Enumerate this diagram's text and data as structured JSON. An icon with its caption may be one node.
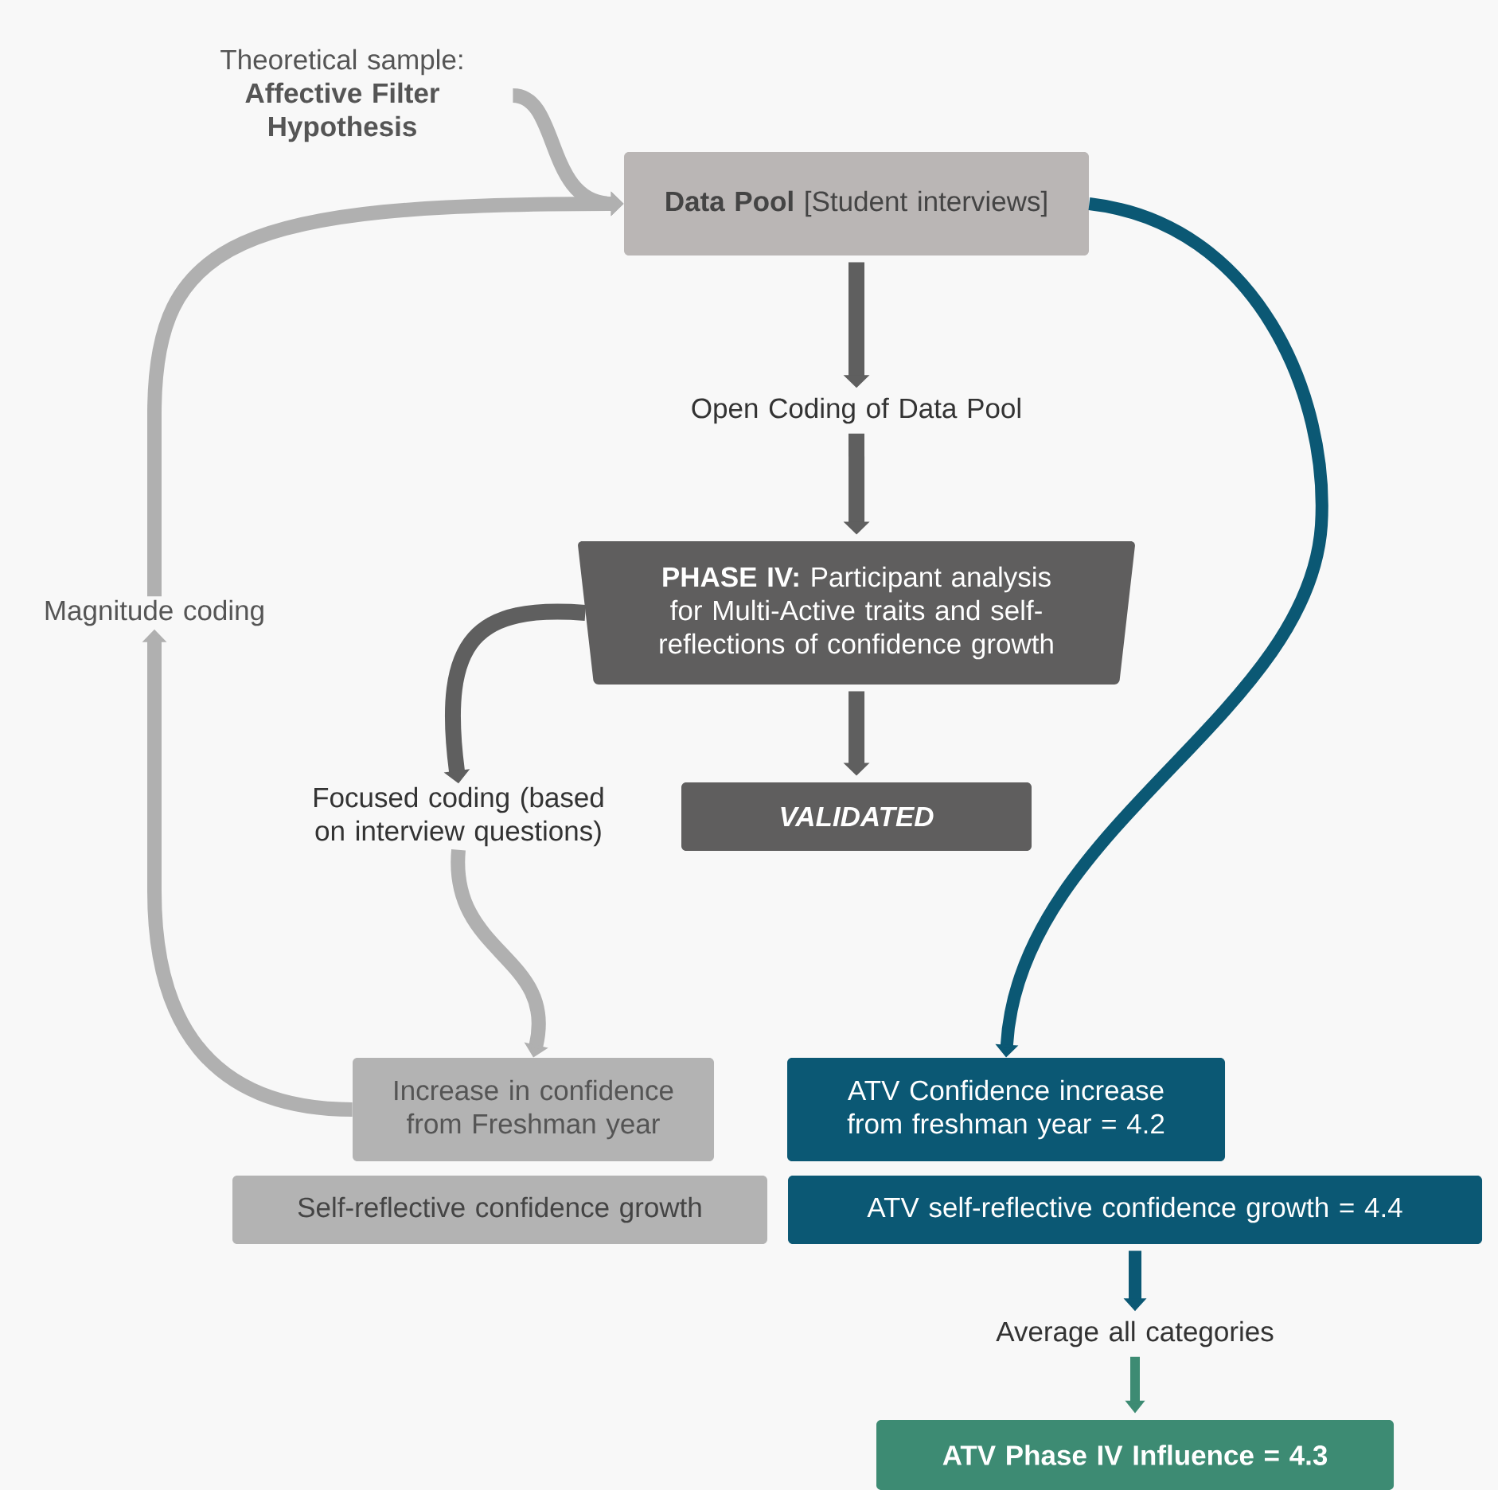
{
  "diagram": {
    "nodes": [
      {
        "text": [
          "Theoretical sample:",
          "**Affective Filter Hypothesis**"
        ]
      },
      {
        "text": [
          "**Data Pool** [Student interviews]"
        ]
      },
      {
        "text": [
          "Open Coding of Data Pool"
        ]
      },
      {
        "text": [
          "**PHASE IV:** Participant analysis for Multi-Active traits and self-reflections of confidence growth"
        ]
      },
      {
        "text": [
          "VALIDATED"
        ]
      },
      {
        "text": [
          "Magnitude coding"
        ]
      },
      {
        "text": [
          "Focused coding (based on interview questions)"
        ]
      },
      {
        "text": [
          "Increase in confidence from Freshman year"
        ]
      },
      {
        "text": [
          "ATV Confidence increase from freshman year = 4.2"
        ]
      },
      {
        "text": [
          "Self-reflective confidence growth"
        ]
      },
      {
        "text": [
          "ATV self-reflective confidence growth = 4.4"
        ]
      },
      {
        "text": [
          "Average all categories"
        ]
      },
      {
        "text": [
          "ATV Phase IV Influence = 4.3"
        ]
      }
    ],
    "edges": [
      {
        "from": 0,
        "to": 1,
        "arrow": "to",
        "color": "#b0b0b0"
      },
      {
        "from": 1,
        "to": 2,
        "arrow": "to",
        "color": "#5f5f5f"
      },
      {
        "from": 2,
        "to": 3,
        "arrow": "to",
        "color": "#5f5f5f"
      },
      {
        "from": 3,
        "to": 4,
        "arrow": "to",
        "color": "#5f5f5f"
      },
      {
        "from": 3,
        "to": 6,
        "arrow": "to",
        "color": "#5f5f5f"
      },
      {
        "from": 6,
        "to": 7,
        "arrow": "to",
        "color": "#b0b0b0"
      },
      {
        "from": 7,
        "to": 5,
        "arrow": "to",
        "color": "#b0b0b0"
      },
      {
        "from": 5,
        "to": 1,
        "arrow": "to",
        "color": "#b0b0b0"
      },
      {
        "from": 1,
        "to": 8,
        "arrow": "to",
        "color": "#0b5874"
      },
      {
        "from": 10,
        "to": 11,
        "arrow": "to",
        "color": "#0b5874"
      },
      {
        "from": 11,
        "to": 12,
        "arrow": "to",
        "color": "#3d8b73"
      }
    ]
  }
}
